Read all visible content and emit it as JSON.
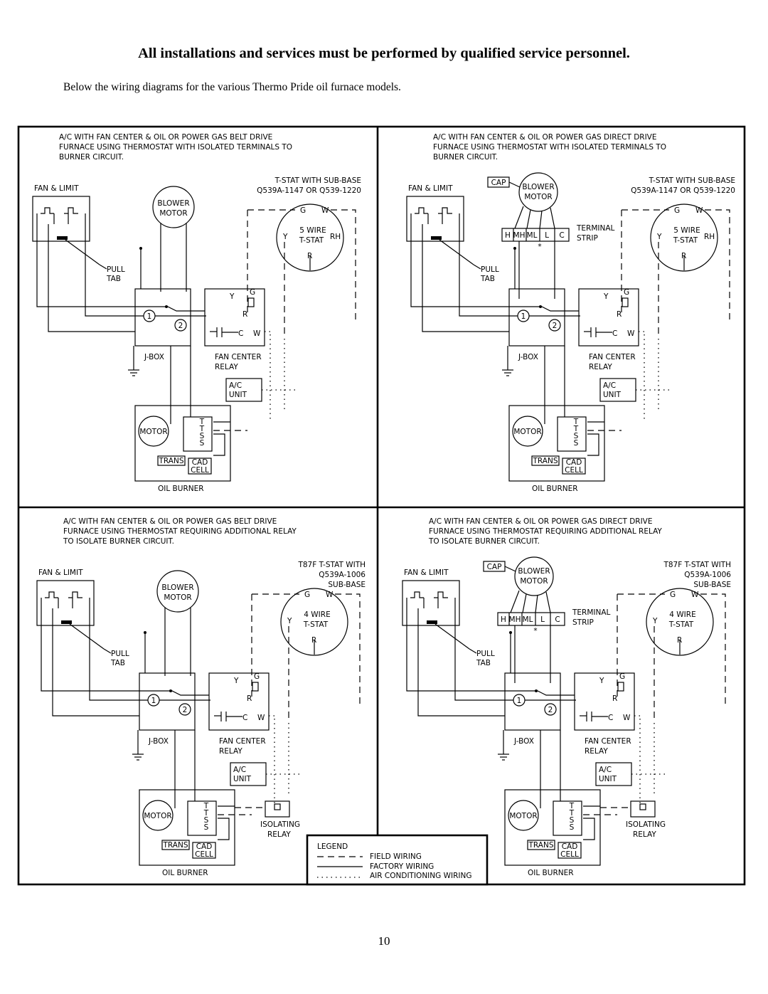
{
  "heading": "All installations and services must be performed by qualified service personnel.",
  "intro": "Below the wiring diagrams for the various Thermo Pride oil furnace models.",
  "page_number": "10",
  "common_labels": {
    "fan_limit": "FAN & LIMIT",
    "pull_tab_1": "PULL",
    "pull_tab_2": "TAB",
    "jbox": "J-BOX",
    "fan_center_1": "FAN CENTER",
    "fan_center_2": "RELAY",
    "ac_1": "A/C",
    "ac_2": "UNIT",
    "motor": "MOTOR",
    "trans": "TRANS",
    "cad_1": "CAD",
    "cad_2": "CELL",
    "oil_burner": "OIL BURNER",
    "blower_1": "BLOWER",
    "blower_2": "MOTOR",
    "cap": "CAP",
    "terminal_1": "TERMINAL",
    "terminal_2": "STRIP",
    "isolating_1": "ISOLATING",
    "isolating_2": "RELAY",
    "ttss": [
      "T",
      "T",
      "S",
      "S"
    ],
    "strip_terms": [
      "H",
      "MH",
      "ML",
      "L",
      "C"
    ],
    "tstat_terms": {
      "g": "G",
      "w": "W",
      "y": "Y",
      "r": "R",
      "rh": "RH"
    },
    "relay_terms": {
      "y": "Y",
      "g": "G",
      "r": "R",
      "c": "C",
      "w": "W"
    },
    "node_1": "1",
    "node_2": "2",
    "star": "*"
  },
  "panels": [
    {
      "title": [
        "A/C WITH FAN CENTER & OIL OR POWER GAS BELT DRIVE",
        "FURNACE USING THERMOSTAT WITH ISOLATED TERMINALS TO",
        "BURNER CIRCUIT."
      ],
      "tstat_header": [
        "T-STAT WITH SUB-BASE",
        "Q539A-1147 OR Q539-1220"
      ],
      "tstat_inner": [
        "5 WIRE",
        "T-STAT"
      ]
    },
    {
      "title": [
        "A/C WITH FAN CENTER & OIL OR POWER GAS DIRECT DRIVE",
        "FURNACE USING THERMOSTAT WITH ISOLATED TERMINALS TO",
        "BURNER CIRCUIT."
      ],
      "tstat_header": [
        "T-STAT WITH SUB-BASE",
        "Q539A-1147 OR Q539-1220"
      ],
      "tstat_inner": [
        "5 WIRE",
        "T-STAT"
      ]
    },
    {
      "title": [
        "A/C WITH FAN CENTER & OIL OR POWER GAS BELT DRIVE",
        "FURNACE USING THERMOSTAT REQUIRING ADDITIONAL RELAY",
        "TO ISOLATE BURNER CIRCUIT."
      ],
      "tstat_header": [
        "T87F T-STAT WITH",
        "Q539A-1006",
        "SUB-BASE"
      ],
      "tstat_inner": [
        "4 WIRE",
        "T-STAT"
      ]
    },
    {
      "title": [
        "A/C WITH FAN CENTER & OIL OR POWER GAS DIRECT DRIVE",
        "FURNACE USING THERMOSTAT REQUIRING ADDITIONAL RELAY",
        "TO ISOLATE BURNER CIRCUIT."
      ],
      "tstat_header": [
        "T87F T-STAT WITH",
        "Q539A-1006",
        "SUB-BASE"
      ],
      "tstat_inner": [
        "4 WIRE",
        "T-STAT"
      ]
    }
  ],
  "legend": {
    "title": "LEGEND",
    "items": [
      "FIELD WIRING",
      "FACTORY WIRING",
      "AIR CONDITIONING WIRING"
    ]
  }
}
